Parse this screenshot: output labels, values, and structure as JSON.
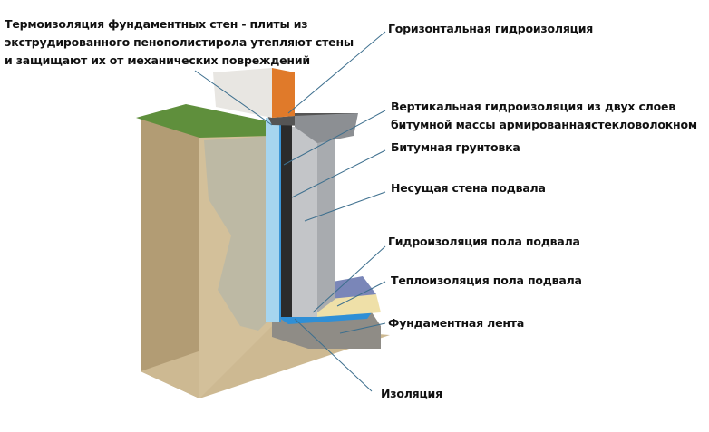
{
  "labels": {
    "thermal_insulation": [
      "Термоизоляция фундаментных стен - плиты из",
      "экструдированного пенополистирола утепляют стены",
      "и защищают их от механических повреждений"
    ],
    "horizontal_waterproofing": "Горизонтальная гидроизоляция",
    "vertical_waterproofing": [
      "Вертикальная гидроизоляция из двух слоев",
      "битумной массы армированнаястекловолокном"
    ],
    "bitumen_primer": "Битумная грунтовка",
    "load_bearing_wall": "Несущая стена подвала",
    "floor_waterproofing": "Гидроизоляция пола подвала",
    "floor_insulation": "Теплоизоляция пола подвала",
    "foundation_strip": "Фундаментная лента",
    "insulation": "Изоляция"
  },
  "colors": {
    "leader": "#3d6f8e",
    "soil": "#c9b48f",
    "gravel": "#b7b29c",
    "grass": "#5a8a3a",
    "wall": "#b9bcc0",
    "membrane": "#2a2a2a",
    "foam": "#9fd0ec",
    "blue_membrane": "#2f8fd6"
  }
}
